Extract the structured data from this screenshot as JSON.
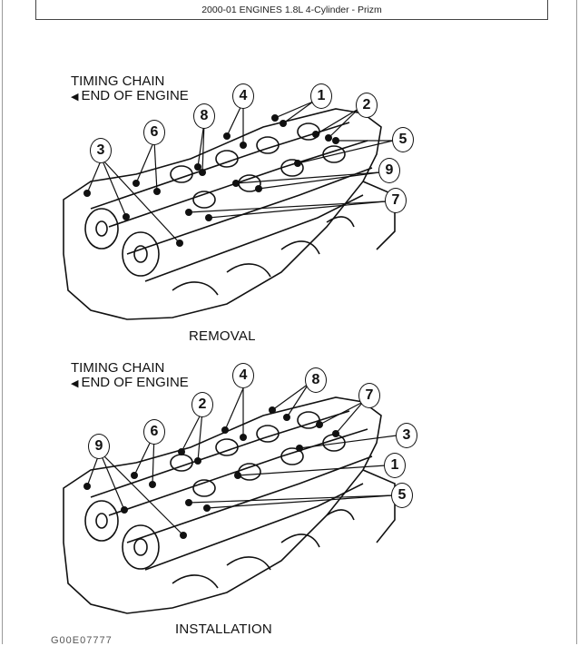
{
  "header": {
    "title": "2000-01 ENGINES 1.8L 4-Cylinder - Prizm"
  },
  "removal": {
    "direction_line1": "TIMING CHAIN",
    "direction_line2": "END OF ENGINE",
    "caption": "REMOVAL",
    "callouts": [
      "1",
      "2",
      "3",
      "4",
      "5",
      "6",
      "7",
      "8",
      "9"
    ]
  },
  "installation": {
    "direction_line1": "TIMING CHAIN",
    "direction_line2": "END OF ENGINE",
    "caption": "INSTALLATION",
    "callouts": [
      "1",
      "2",
      "3",
      "4",
      "5",
      "6",
      "7",
      "8",
      "9"
    ]
  },
  "footer": {
    "code": "G00E07777"
  }
}
